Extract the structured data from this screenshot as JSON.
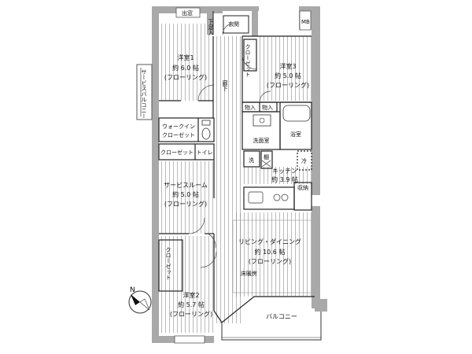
{
  "rooms": {
    "western1": {
      "name": "洋室1",
      "area": "約 6.0 帖",
      "floor": "(フローリング)"
    },
    "western3": {
      "name": "洋室3",
      "area": "約 5.0 帖",
      "floor": "(フローリング)"
    },
    "service_room": {
      "name": "サービスルーム",
      "area": "約 5.0 帖",
      "floor": "(フローリング)"
    },
    "western2": {
      "name": "洋室2",
      "area": "約 5.7 帖",
      "floor": "(フローリング)"
    },
    "kitchen": {
      "name": "キッチン",
      "area": "約 3.9 帖"
    },
    "living": {
      "name": "リビング・ダイニング",
      "area": "約 10.6 帖",
      "floor": "(フローリング)"
    }
  },
  "labels": {
    "window_bay": "出窓",
    "shoe_closet": "下足入",
    "entrance": "玄関",
    "mb": "MB",
    "closet_v": "クローゼット",
    "corridor": "廊下",
    "storage_a": "物入",
    "storage_b": "物入",
    "walk_in_closet_1": "ウォークイン",
    "walk_in_closet_2": "クローゼット",
    "closet_h": "クローゼット",
    "toilet": "トイレ",
    "washroom": "洗面室",
    "bathroom": "浴室",
    "washer": "洗",
    "shelf": "棚",
    "fridge": "冷",
    "kitchen_storage": "収納",
    "closet_w2": "クローゼット",
    "floor_heating": "床暖房",
    "balcony": "バルコニー",
    "service_balcony": "サービスバルコニー",
    "north": "N"
  },
  "colors": {
    "wall": "#a9a9a9",
    "line": "#222222",
    "floor_line": "#8c8c8c",
    "background": "#ffffff"
  }
}
